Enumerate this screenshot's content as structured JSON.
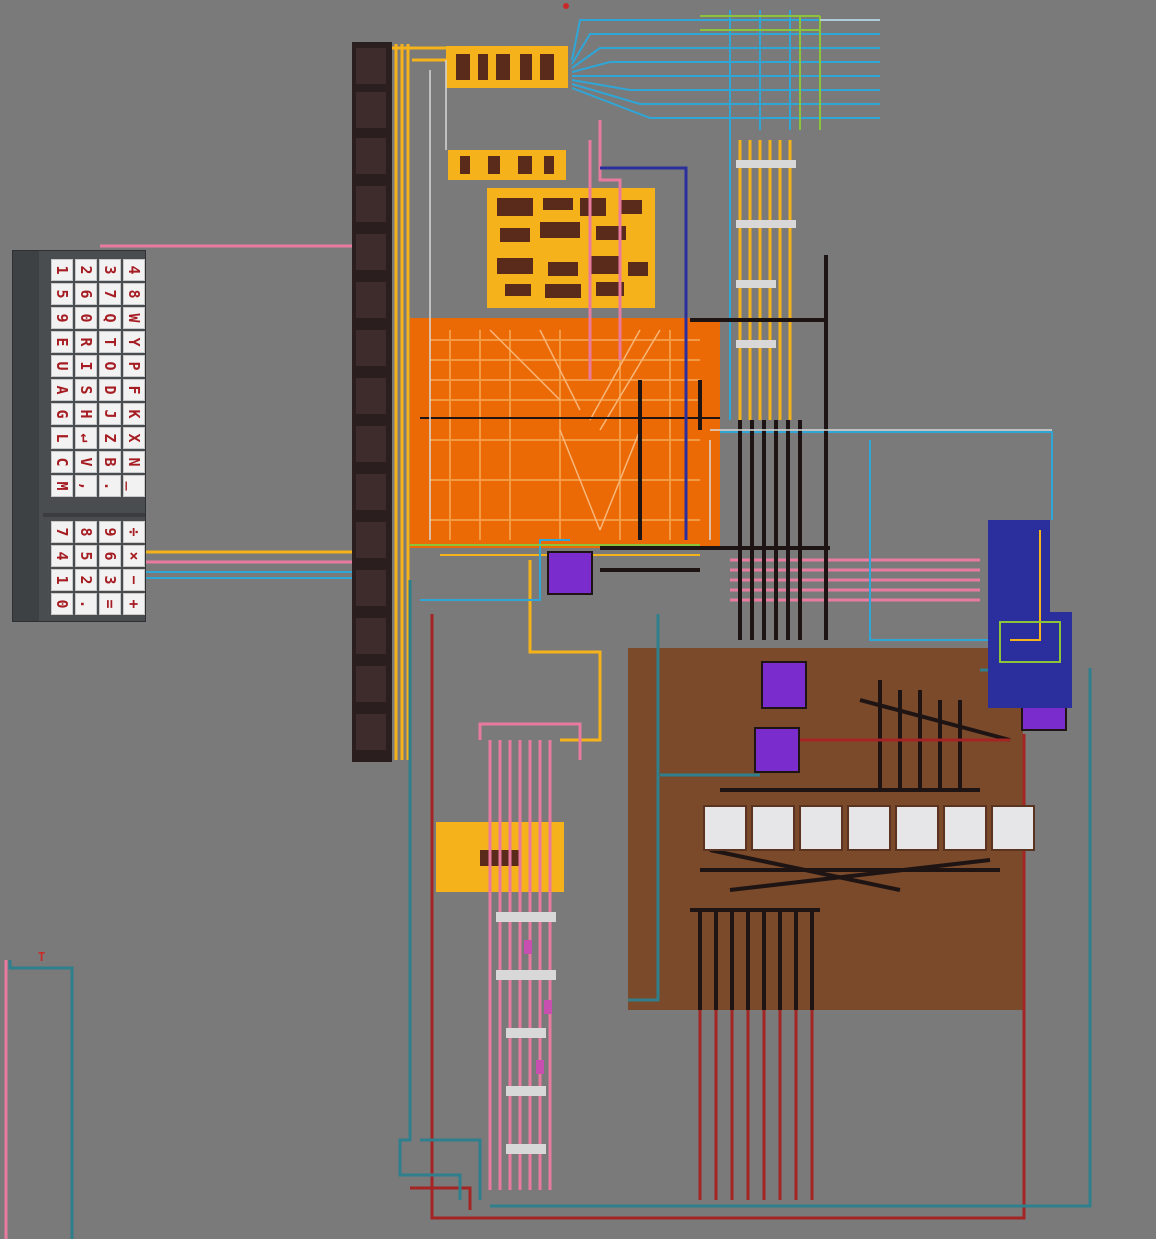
{
  "game": {
    "scene": "circuit-build",
    "colors": {
      "background": "#7a7a7a",
      "orange": "#ec6a06",
      "yellow": "#f5b21a",
      "pink": "#e87aa0",
      "cyan": "#2fa6d6",
      "teal": "#2f7f8c",
      "dark": "#2a1e1e",
      "brown": "#7a4a2a",
      "purple": "#7b2ccc",
      "navy": "#2b2f9e",
      "red": "#a52424",
      "green": "#8bc43a",
      "light": "#d8d8d8"
    }
  },
  "keyboard": {
    "main_keys": [
      "1",
      "2",
      "3",
      "4",
      "5",
      "6",
      "7",
      "8",
      "9",
      "0",
      "Q",
      "W",
      "E",
      "R",
      "T",
      "Y",
      "U",
      "I",
      "O",
      "P",
      "A",
      "S",
      "D",
      "F",
      "G",
      "H",
      "J",
      "K",
      "L",
      "↵",
      "Z",
      "X",
      "C",
      "V",
      "B",
      "N",
      "M",
      ",",
      ".",
      "_"
    ],
    "num_keys": [
      "7",
      "8",
      "9",
      "÷",
      "4",
      "5",
      "6",
      "×",
      "1",
      "2",
      "3",
      "−",
      "0",
      ".",
      "=",
      "+"
    ]
  },
  "display": {
    "digits": [
      "",
      "",
      "",
      "",
      "",
      "",
      ""
    ]
  },
  "marker": {
    "label": "T"
  }
}
